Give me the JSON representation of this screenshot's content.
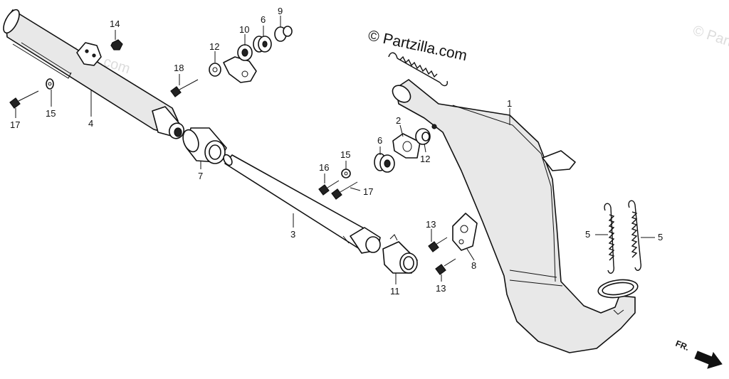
{
  "brand": {
    "watermark_text": "© Partzilla.com",
    "watermark_color": "#dcdcdc",
    "logo_text": "© Partzilla.com"
  },
  "direction": {
    "label": "FR."
  },
  "callouts": [
    {
      "id": "c1",
      "label": "1"
    },
    {
      "id": "c2",
      "label": "2"
    },
    {
      "id": "c3",
      "label": "3"
    },
    {
      "id": "c4",
      "label": "4"
    },
    {
      "id": "c5a",
      "label": "5"
    },
    {
      "id": "c5b",
      "label": "5"
    },
    {
      "id": "c6a",
      "label": "6"
    },
    {
      "id": "c6b",
      "label": "6"
    },
    {
      "id": "c7",
      "label": "7"
    },
    {
      "id": "c8",
      "label": "8"
    },
    {
      "id": "c9",
      "label": "9"
    },
    {
      "id": "c10",
      "label": "10"
    },
    {
      "id": "c11",
      "label": "11"
    },
    {
      "id": "c12a",
      "label": "12"
    },
    {
      "id": "c12b",
      "label": "12"
    },
    {
      "id": "c13a",
      "label": "13"
    },
    {
      "id": "c13b",
      "label": "13"
    },
    {
      "id": "c14",
      "label": "14"
    },
    {
      "id": "c15a",
      "label": "15"
    },
    {
      "id": "c15b",
      "label": "15"
    },
    {
      "id": "c16",
      "label": "16"
    },
    {
      "id": "c17a",
      "label": "17"
    },
    {
      "id": "c17b",
      "label": "17"
    },
    {
      "id": "c18",
      "label": "18"
    }
  ]
}
